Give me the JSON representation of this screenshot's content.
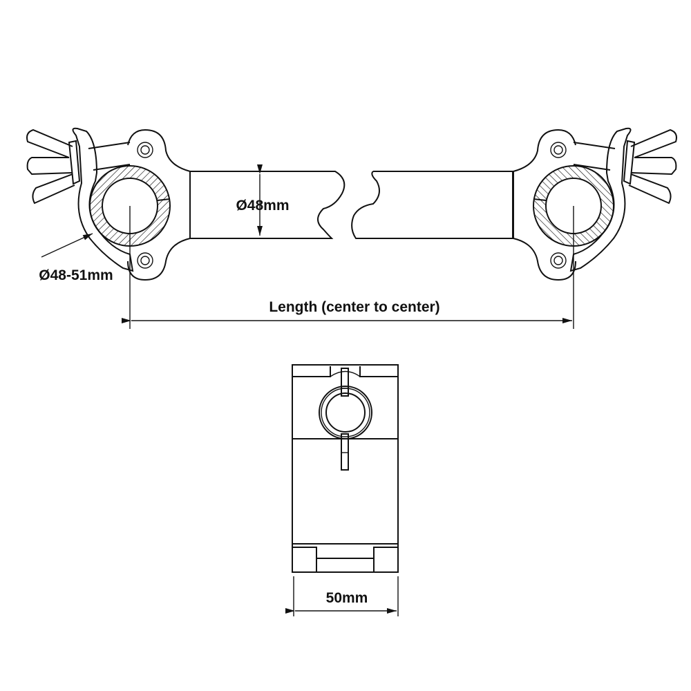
{
  "title": "Half coupler clamp dimension drawing",
  "labels": {
    "tube_diameter": "Ø48mm",
    "clamp_range": "Ø48-51mm",
    "length": "Length (center to center)",
    "width": "50mm"
  },
  "colors": {
    "line": "#111111",
    "background": "#ffffff"
  }
}
